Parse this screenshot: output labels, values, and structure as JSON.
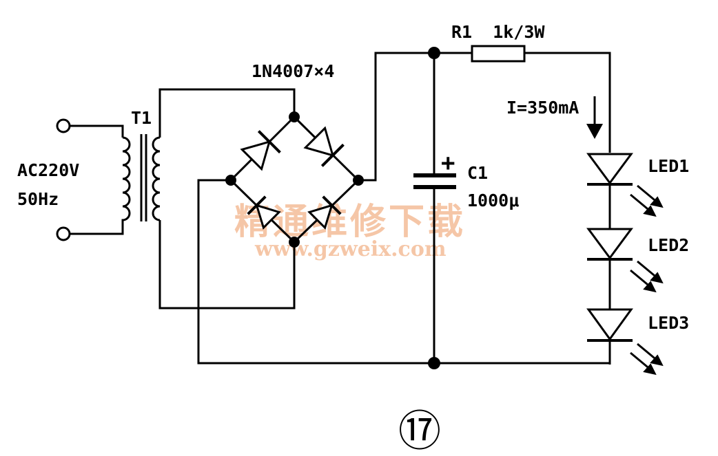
{
  "diagram": {
    "input_label_voltage": "AC220V",
    "input_label_freq": "50Hz",
    "transformer_label": "T1",
    "bridge_label": "1N4007×4",
    "resistor_label": "R1  1k/3W",
    "current_label": "I=350mA",
    "capacitor_label": "C1",
    "capacitor_value": "1000μ",
    "capacitor_plus": "+",
    "led_labels": [
      "LED1",
      "LED2",
      "LED3"
    ],
    "figure_number": "⑰"
  },
  "watermark": {
    "cn_text": "精通维修下载",
    "url_text": "www.gzweix.com"
  }
}
